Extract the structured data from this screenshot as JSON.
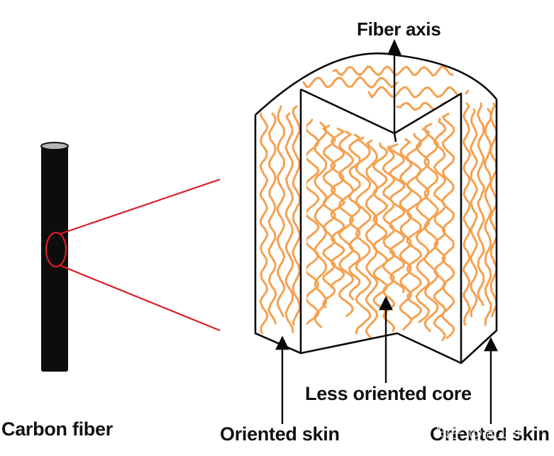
{
  "labels": {
    "fiber_axis": "Fiber axis",
    "less_oriented_core": "Less oriented core",
    "oriented_skin_left": "Oriented  skin",
    "oriented_skin_right": "Oriented  skin",
    "carbon_fiber": "Carbon fiber"
  },
  "watermark": "知乎 @周卫东",
  "colors": {
    "fiber_body": "#0d0d0d",
    "fiber_cap": "#b5b5b5",
    "magnify_lines": "#d91f26",
    "molecules": "#f5a04f",
    "outline": "#0a0a0a",
    "text": "#111111"
  }
}
